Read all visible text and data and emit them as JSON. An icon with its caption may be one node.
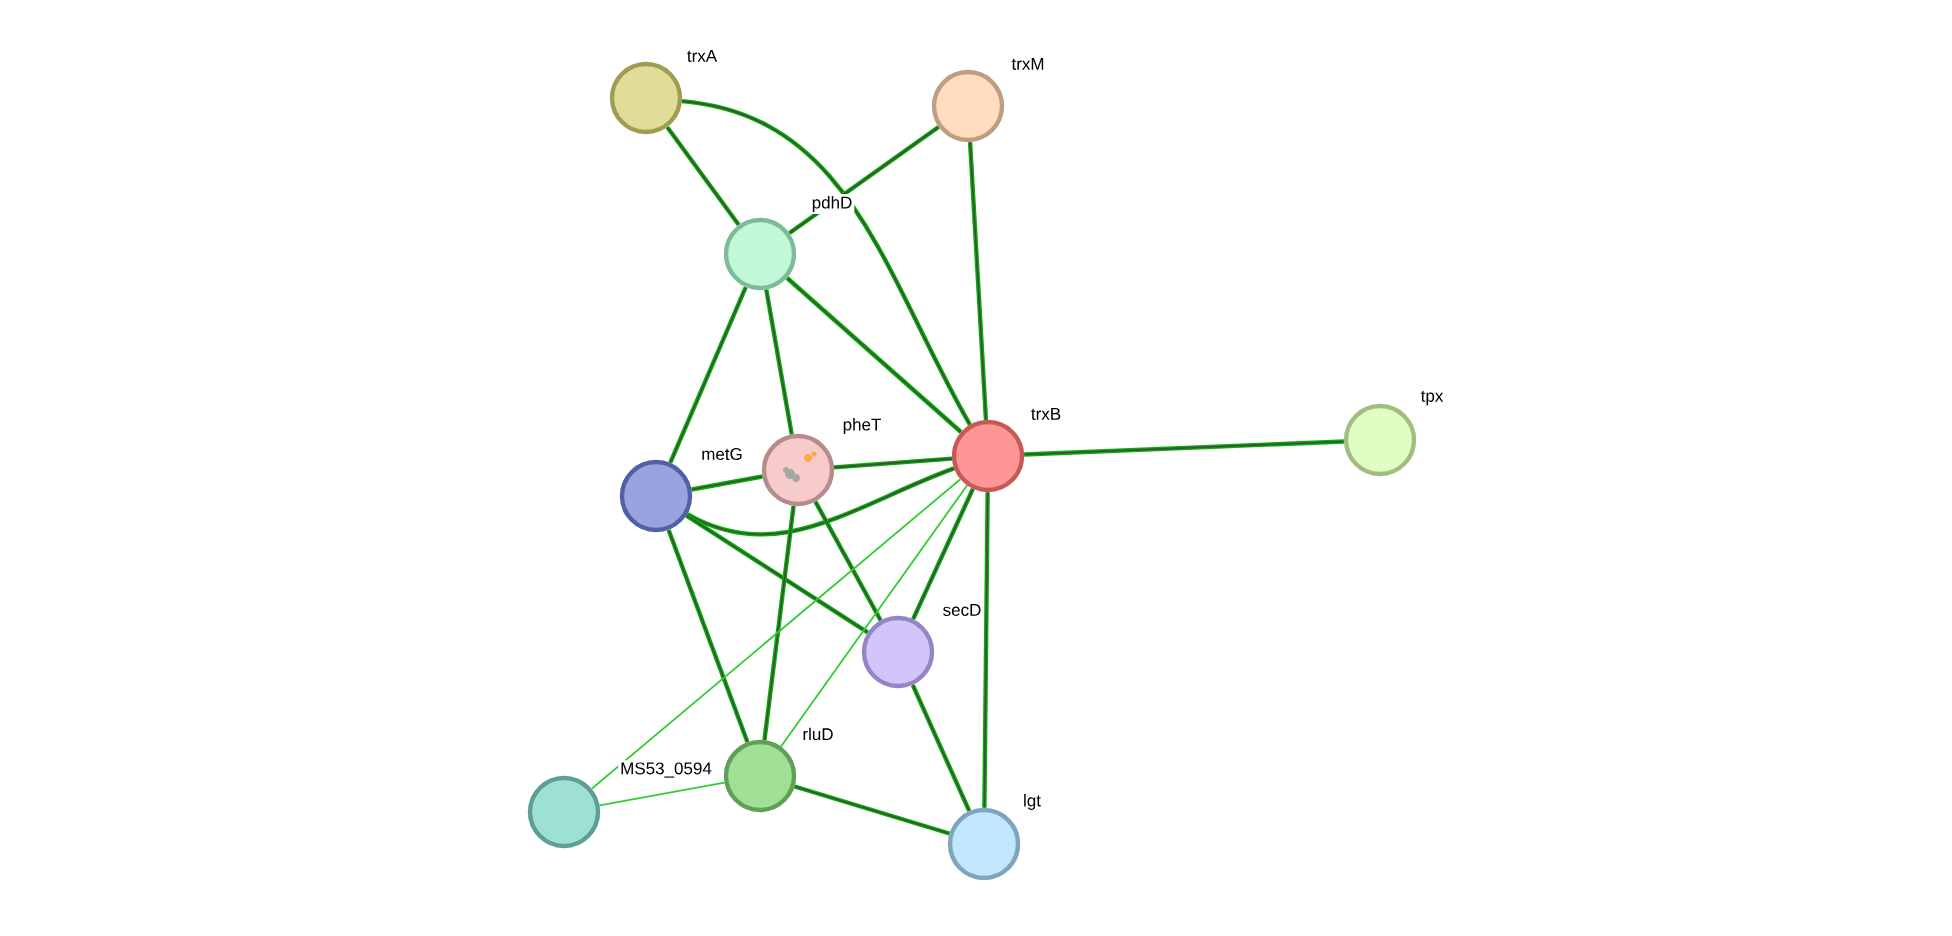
{
  "diagram": {
    "nodes": [
      {
        "text": [
          "trxA"
        ]
      },
      {
        "text": [
          "trxM"
        ]
      },
      {
        "text": [
          "pdhD"
        ]
      },
      {
        "text": [
          "trxB"
        ]
      },
      {
        "text": [
          "tpx"
        ]
      },
      {
        "text": [
          "metG"
        ]
      },
      {
        "text": [
          "pheT"
        ]
      },
      {
        "text": [
          "secD"
        ]
      },
      {
        "text": [
          "MS53_0594"
        ]
      },
      {
        "text": [
          "rluD"
        ]
      },
      {
        "text": [
          "lgt"
        ]
      }
    ],
    "edges": [
      {
        "from": 0,
        "to": 2,
        "arrow": "none"
      },
      {
        "from": 0,
        "to": 3,
        "arrow": "none"
      },
      {
        "from": 1,
        "to": 2,
        "arrow": "none"
      },
      {
        "from": 1,
        "to": 3,
        "arrow": "none"
      },
      {
        "from": 2,
        "to": 3,
        "arrow": "none"
      },
      {
        "from": 2,
        "to": 5,
        "arrow": "none"
      },
      {
        "from": 2,
        "to": 6,
        "arrow": "none"
      },
      {
        "from": 5,
        "to": 6,
        "arrow": "none"
      },
      {
        "from": 6,
        "to": 3,
        "arrow": "none"
      },
      {
        "from": 5,
        "to": 3,
        "arrow": "none"
      },
      {
        "from": 3,
        "to": 4,
        "arrow": "none"
      },
      {
        "from": 5,
        "to": 7,
        "arrow": "none"
      },
      {
        "from": 5,
        "to": 9,
        "arrow": "none"
      },
      {
        "from": 6,
        "to": 7,
        "arrow": "none"
      },
      {
        "from": 6,
        "to": 9,
        "arrow": "none"
      },
      {
        "from": 3,
        "to": 7,
        "arrow": "none"
      },
      {
        "from": 3,
        "to": 9,
        "arrow": "none",
        "color": "#33cc33"
      },
      {
        "from": 3,
        "to": 8,
        "arrow": "none",
        "color": "#33cc33"
      },
      {
        "from": 3,
        "to": 10,
        "arrow": "none"
      },
      {
        "from": 7,
        "to": 10,
        "arrow": "none"
      },
      {
        "from": 9,
        "to": 10,
        "arrow": "none"
      },
      {
        "from": 9,
        "to": 8,
        "arrow": "none",
        "color": "#33cc33"
      }
    ]
  }
}
